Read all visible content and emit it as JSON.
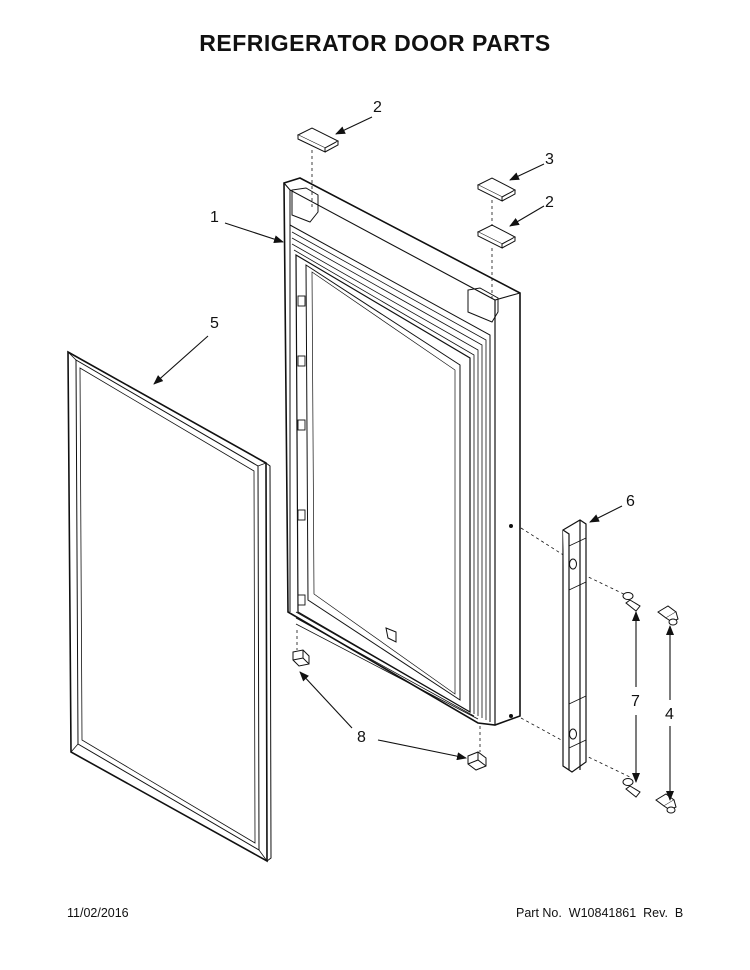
{
  "title": "REFRIGERATOR DOOR PARTS",
  "footer": {
    "date": "11/02/2016",
    "part_number": "Part No.  W10841861  Rev.  B"
  },
  "callouts": {
    "c1": "1",
    "c2a": "2",
    "c2b": "2",
    "c3": "3",
    "c4": "4",
    "c5": "5",
    "c6": "6",
    "c7": "7",
    "c8": "8"
  }
}
